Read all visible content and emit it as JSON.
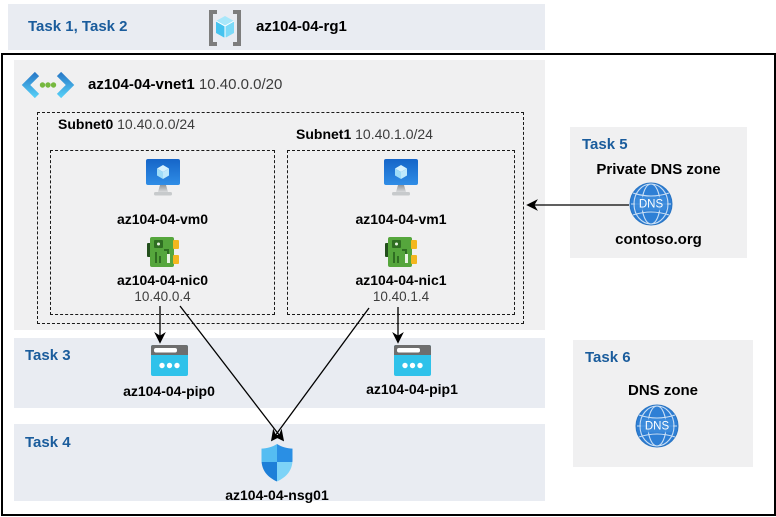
{
  "colors": {
    "band_bg": "#e9ecf2",
    "panel_bg": "#f0f0f1",
    "task_label_blue": "#1a5c9c",
    "frame_border": "#000000",
    "pip_cyan": "#2fc2ea",
    "dns_blue": "#2e7fd5",
    "nic_green": "#55a63c",
    "vm_blue": "#2173d4"
  },
  "icons": {
    "resource_group": "resource-group-icon",
    "vnet": "virtual-network-icon",
    "vm": "virtual-machine-icon",
    "nic": "network-interface-icon",
    "pip": "public-ip-icon",
    "nsg": "network-security-group-shield-icon",
    "dns": "dns-globe-icon"
  },
  "header": {
    "task_label": "Task 1, Task 2",
    "rg_name": "az104-04-rg1"
  },
  "vnet": {
    "name": "az104-04-vnet1",
    "cidr": "10.40.0.0/20",
    "subnets": [
      {
        "name": "Subnet0",
        "cidr": "10.40.0.0/24",
        "vm": "az104-04-vm0",
        "nic": "az104-04-nic0",
        "ip": "10.40.0.4"
      },
      {
        "name": "Subnet1",
        "cidr": "10.40.1.0/24",
        "vm": "az104-04-vm1",
        "nic": "az104-04-nic1",
        "ip": "10.40.1.4"
      }
    ]
  },
  "task3": {
    "label": "Task 3",
    "pips": [
      {
        "name": "az104-04-pip0"
      },
      {
        "name": "az104-04-pip1"
      }
    ]
  },
  "task4": {
    "label": "Task 4",
    "nsg": "az104-04-nsg01"
  },
  "task5": {
    "label": "Task 5",
    "title": "Private DNS zone",
    "zone": "contoso.org",
    "dns_text": "DNS"
  },
  "task6": {
    "label": "Task 6",
    "title": "DNS zone",
    "dns_text": "DNS"
  }
}
